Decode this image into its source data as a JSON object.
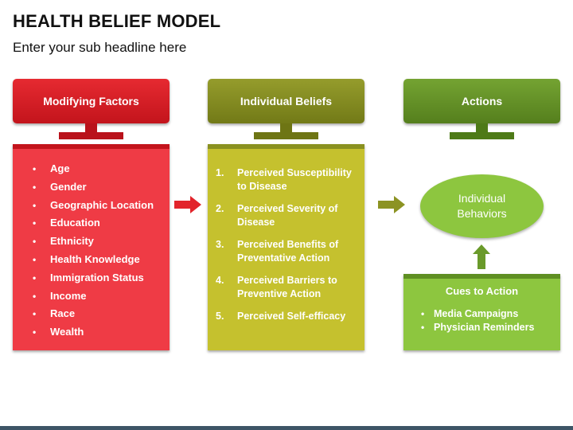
{
  "title": "HEALTH BELIEF MODEL",
  "subtitle": "Enter your sub headline here",
  "columns": {
    "modifying": {
      "header": "Modifying Factors",
      "items": [
        "Age",
        "Gender",
        "Geographic Location",
        "Education",
        "Ethnicity",
        "Health Knowledge",
        "Immigration Status",
        "Income",
        "Race",
        "Wealth"
      ]
    },
    "beliefs": {
      "header": "Individual Beliefs",
      "items": [
        {
          "num": "1.",
          "text": "Perceived Susceptibility to Disease"
        },
        {
          "num": "2.",
          "text": "Perceived Severity of Disease"
        },
        {
          "num": "3.",
          "text": "Perceived Benefits of Preventative Action"
        },
        {
          "num": "4.",
          "text": "Perceived Barriers to Preventive Action"
        },
        {
          "num": "5.",
          "text": "Perceived Self-efficacy"
        }
      ]
    },
    "actions": {
      "header": "Actions",
      "behaviors": [
        "Individual",
        "Behaviors"
      ],
      "cues": {
        "title": "Cues to Action",
        "items": [
          "Media Campaigns",
          "Physician Reminders"
        ]
      }
    }
  },
  "colors": {
    "red": "#e2242b",
    "red_dark": "#b9121b",
    "red_panel": "#ef3b45",
    "olive": "#8c9323",
    "olive_dark": "#6e7514",
    "olive_panel": "#c5c12e",
    "green": "#6a9a2a",
    "green_dark": "#4e7a17",
    "green_light": "#8dc63f"
  },
  "icons": {
    "bullet": "•",
    "arrow_right": "right-arrow-icon",
    "arrow_up": "up-arrow-icon"
  }
}
